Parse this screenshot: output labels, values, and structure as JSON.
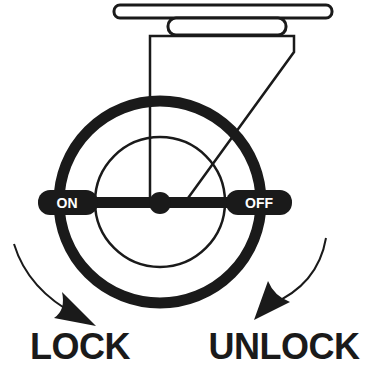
{
  "diagram": {
    "labels": [
      "ON",
      "OFF",
      "LOCK",
      "UNLOCK"
    ]
  }
}
